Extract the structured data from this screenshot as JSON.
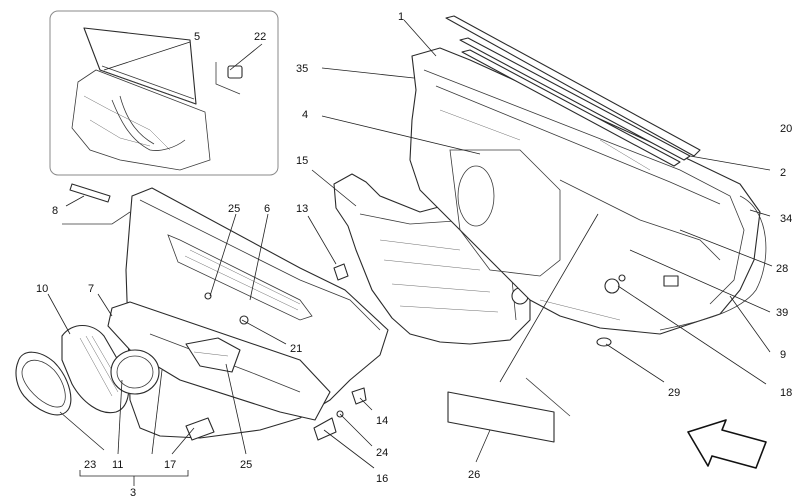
{
  "callouts": [
    {
      "id": "c1",
      "label": "1"
    },
    {
      "id": "c2",
      "label": "2"
    },
    {
      "id": "c3",
      "label": "3"
    },
    {
      "id": "c4",
      "label": "4"
    },
    {
      "id": "c5",
      "label": "5"
    },
    {
      "id": "c6",
      "label": "6"
    },
    {
      "id": "c7",
      "label": "7"
    },
    {
      "id": "c8",
      "label": "8"
    },
    {
      "id": "c9",
      "label": "9"
    },
    {
      "id": "c10",
      "label": "10"
    },
    {
      "id": "c11",
      "label": "11"
    },
    {
      "id": "c13",
      "label": "13"
    },
    {
      "id": "c14",
      "label": "14"
    },
    {
      "id": "c15",
      "label": "15"
    },
    {
      "id": "c16",
      "label": "16"
    },
    {
      "id": "c17",
      "label": "17"
    },
    {
      "id": "c18",
      "label": "18"
    },
    {
      "id": "c20",
      "label": "20"
    },
    {
      "id": "c21",
      "label": "21"
    },
    {
      "id": "c22",
      "label": "22"
    },
    {
      "id": "c23",
      "label": "23"
    },
    {
      "id": "c24",
      "label": "24"
    },
    {
      "id": "c25a",
      "label": "25"
    },
    {
      "id": "c25b",
      "label": "25"
    },
    {
      "id": "c26",
      "label": "26"
    },
    {
      "id": "c28",
      "label": "28"
    },
    {
      "id": "c29",
      "label": "29"
    },
    {
      "id": "c34",
      "label": "34"
    },
    {
      "id": "c35",
      "label": "35"
    },
    {
      "id": "c39",
      "label": "39"
    }
  ]
}
